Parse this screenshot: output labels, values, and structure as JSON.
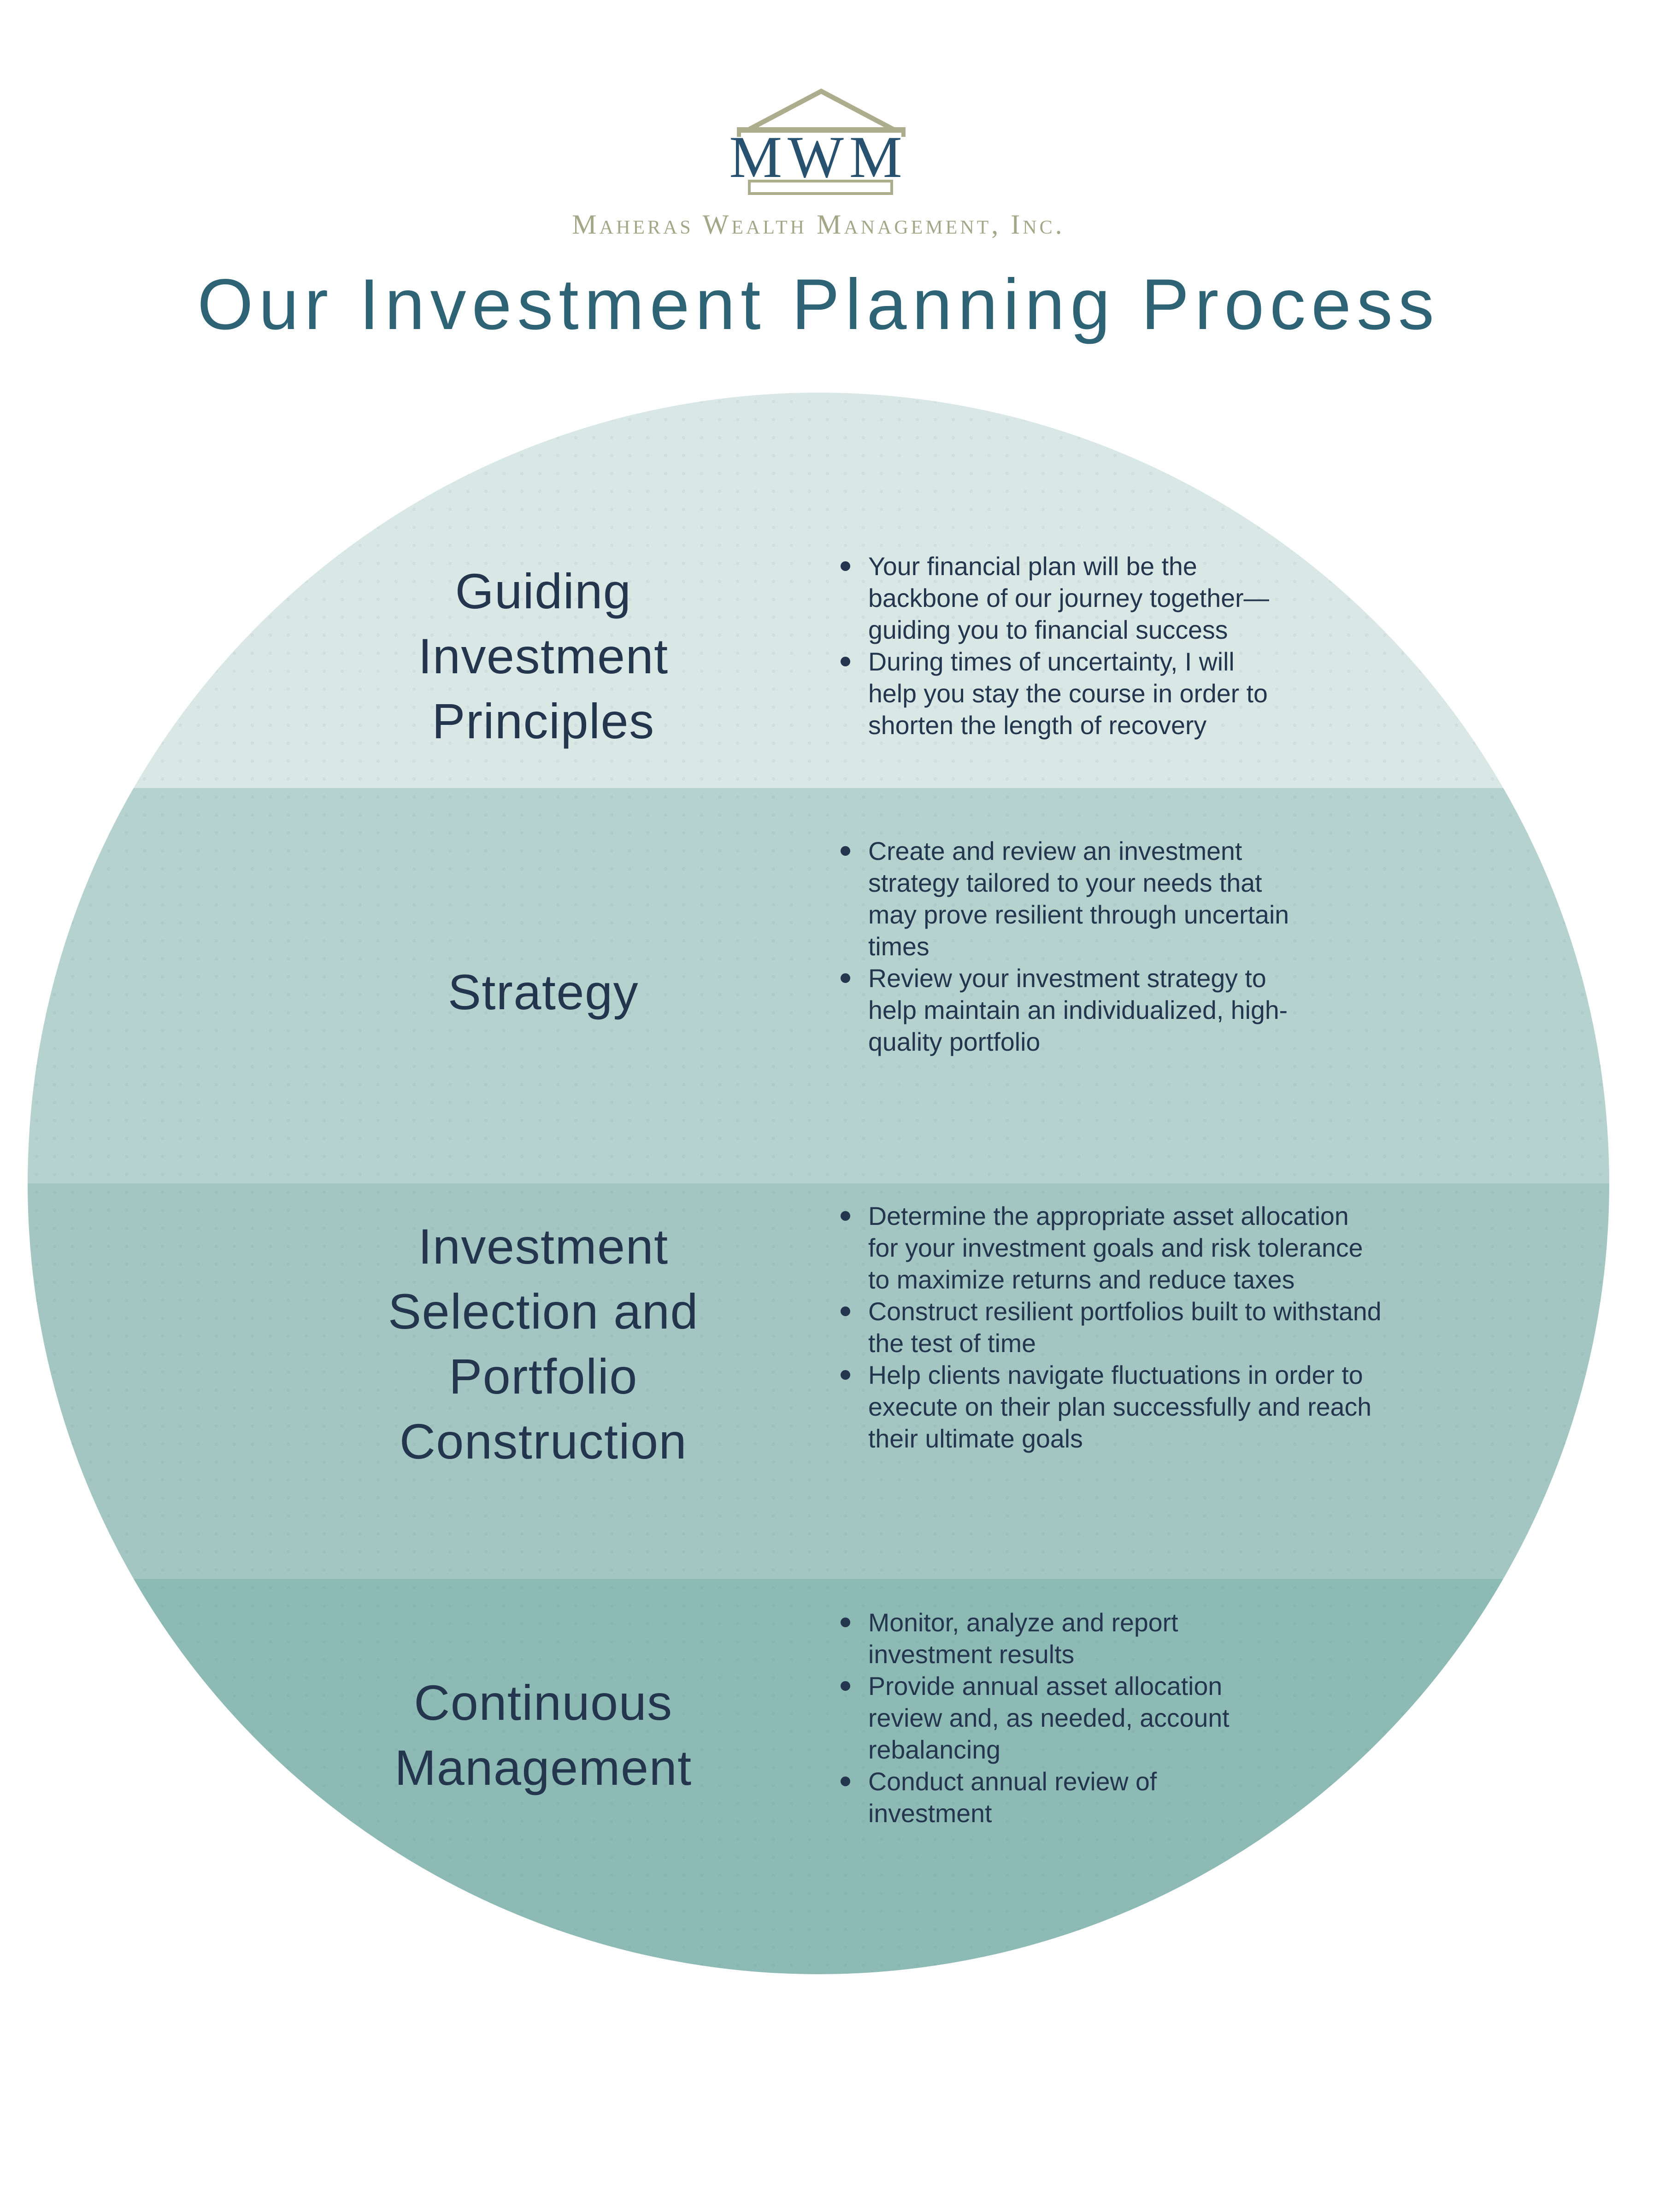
{
  "logo": {
    "monogram": "MWM",
    "company": "Maheras Wealth Management, Inc.",
    "pediment_icon": "greek-temple-pediment",
    "colors": {
      "sage": "#abad8c",
      "monogram_navy": "#27516f",
      "company_text": "#a3a687"
    }
  },
  "title": "Our Investment Planning Process",
  "colors": {
    "title_teal": "#2e6375",
    "body_navy": "#24364e",
    "band_1": "#d9e7e5",
    "band_2": "#b6d2cf",
    "band_3": "#a3c6c2",
    "band_4": "#8dbab5",
    "background": "#ffffff"
  },
  "sections": [
    {
      "id": "guiding-investment-principles",
      "heading_lines": [
        "Guiding",
        "Investment",
        "Principles"
      ],
      "bullets": [
        "Your financial plan will be the backbone of our journey together—guiding you to financial success",
        "During times of uncertainty, I will help you stay the course in order to shorten the length of recovery"
      ]
    },
    {
      "id": "strategy",
      "heading_lines": [
        "Strategy"
      ],
      "bullets": [
        "Create and review an investment strategy tailored to your needs that may prove resilient through uncertain times",
        "Review your investment strategy to help maintain an individualized, high-quality portfolio"
      ]
    },
    {
      "id": "investment-selection-and-portfolio-construction",
      "heading_lines": [
        "Investment",
        "Selection and",
        "Portfolio",
        "Construction"
      ],
      "bullets": [
        "Determine the appropriate asset allocation for your investment goals and risk tolerance to maximize returns and reduce taxes",
        "Construct resilient portfolios built to withstand the test of time",
        "Help clients navigate fluctuations in order to execute on their plan successfully and reach their ultimate goals"
      ]
    },
    {
      "id": "continuous-management",
      "heading_lines": [
        "Continuous",
        "Management"
      ],
      "bullets": [
        "Monitor, analyze and report investment results",
        "Provide annual asset allocation review and, as needed, account rebalancing",
        "Conduct annual review of investment"
      ]
    }
  ]
}
